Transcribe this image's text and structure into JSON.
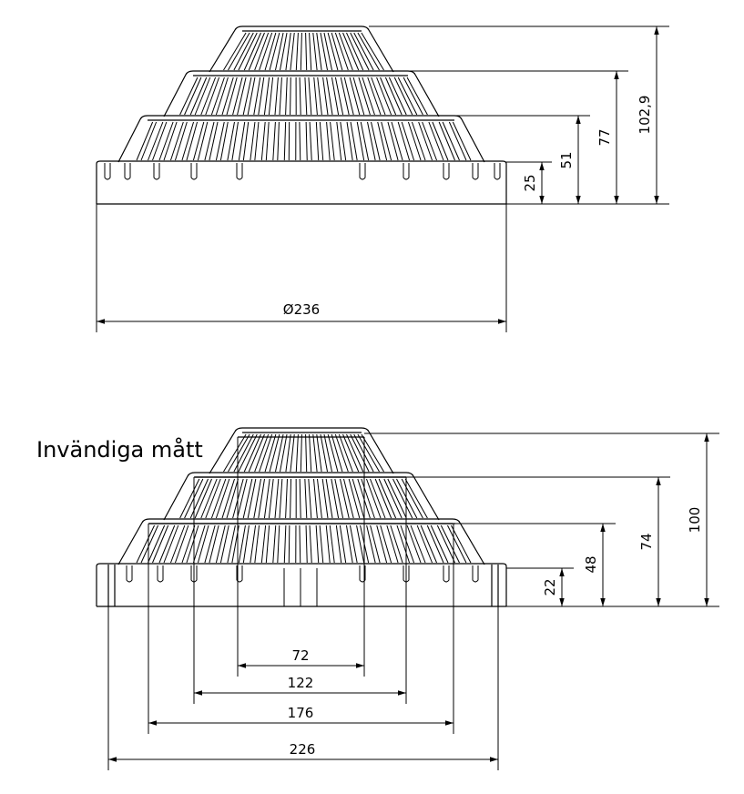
{
  "section_title": "Invändiga mått",
  "outer_view": {
    "diameter_label": "Ø236",
    "heights": [
      "25",
      "51",
      "77",
      "102,9"
    ]
  },
  "inner_view": {
    "widths": [
      "72",
      "122",
      "176",
      "226"
    ],
    "heights": [
      "22",
      "48",
      "74",
      "100"
    ]
  },
  "colors": {
    "line": "#000000",
    "background": "#ffffff"
  }
}
